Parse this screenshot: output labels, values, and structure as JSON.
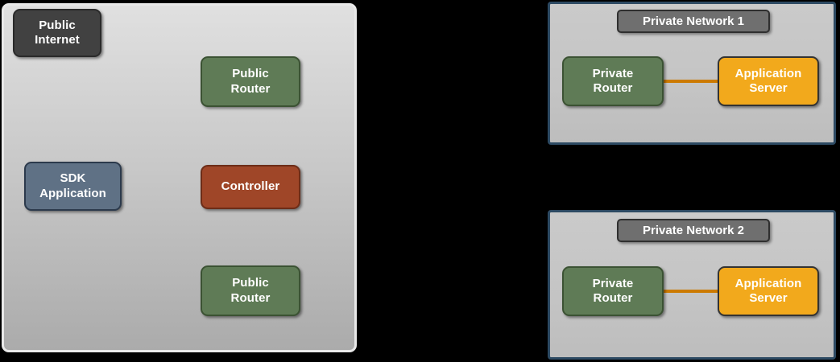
{
  "diagram": {
    "background_color": "#000000",
    "public_zone": {
      "name": "public-internet-zone",
      "fill_top": "#e0e0e0",
      "fill_bottom": "#ababab",
      "border_color": "#e9e9e9",
      "nodes": [
        {
          "id": "public-internet",
          "label": "Public\nInternet",
          "color": "#414141"
        },
        {
          "id": "public-router-top",
          "label": "Public\nRouter",
          "color": "#5f7b56"
        },
        {
          "id": "sdk-application",
          "label": "SDK\nApplication",
          "color": "#5f7185"
        },
        {
          "id": "controller",
          "label": "Controller",
          "color": "#9f4628"
        },
        {
          "id": "public-router-bottom",
          "label": "Public\nRouter",
          "color": "#5f7b56"
        }
      ]
    },
    "private_networks": [
      {
        "id": "private-network-1",
        "title": "Private Network 1",
        "title_color": "#6f6f6f",
        "border_color": "#2d4a63",
        "router": {
          "id": "private-router-1",
          "label": "Private\nRouter",
          "color": "#5f7b56"
        },
        "server": {
          "id": "application-server-1",
          "label": "Application\nServer",
          "color": "#f2a91c"
        },
        "link_color": "#cc7a00"
      },
      {
        "id": "private-network-2",
        "title": "Private Network 2",
        "title_color": "#6f6f6f",
        "border_color": "#2d4a63",
        "router": {
          "id": "private-router-2",
          "label": "Private\nRouter",
          "color": "#5f7b56"
        },
        "server": {
          "id": "application-server-2",
          "label": "Application\nServer",
          "color": "#f2a91c"
        },
        "link_color": "#cc7a00"
      }
    ]
  }
}
